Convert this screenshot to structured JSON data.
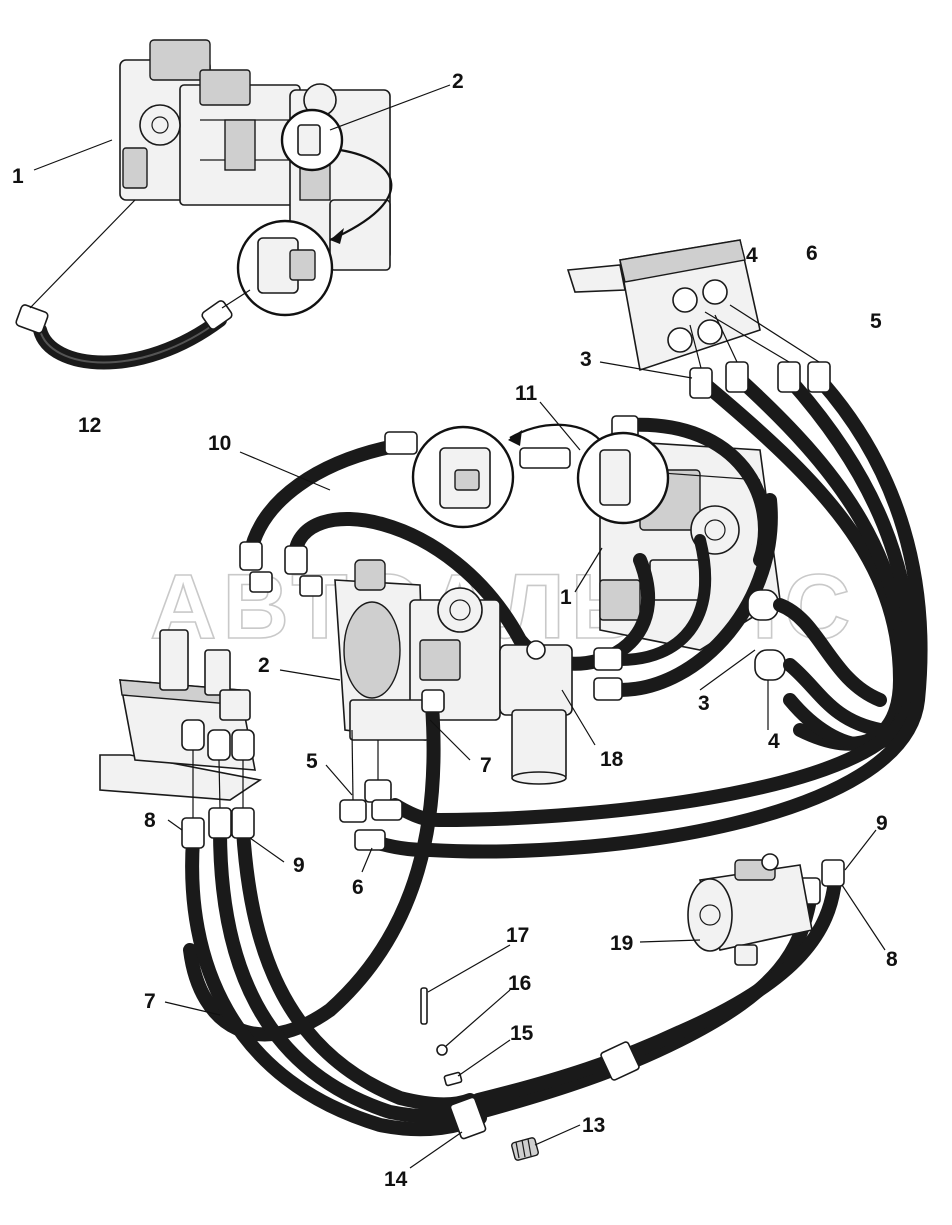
{
  "watermark": "АВТОАЛЬЯНС",
  "callouts": [
    {
      "id": "c1-top",
      "text": "1"
    },
    {
      "id": "c2-top",
      "text": "2"
    },
    {
      "id": "c12",
      "text": "12"
    },
    {
      "id": "c4-top",
      "text": "4"
    },
    {
      "id": "c6-top",
      "text": "6"
    },
    {
      "id": "c5-top",
      "text": "5"
    },
    {
      "id": "c3-top",
      "text": "3"
    },
    {
      "id": "c11",
      "text": "11"
    },
    {
      "id": "c10",
      "text": "10"
    },
    {
      "id": "c1-mid",
      "text": "1"
    },
    {
      "id": "c2-mid",
      "text": "2"
    },
    {
      "id": "c3-mid",
      "text": "3"
    },
    {
      "id": "c4-mid",
      "text": "4"
    },
    {
      "id": "c7-mid",
      "text": "7"
    },
    {
      "id": "c18",
      "text": "18"
    },
    {
      "id": "c5-mid",
      "text": "5"
    },
    {
      "id": "c8-left",
      "text": "8"
    },
    {
      "id": "c9-left",
      "text": "9"
    },
    {
      "id": "c6-mid",
      "text": "6"
    },
    {
      "id": "c9-right",
      "text": "9"
    },
    {
      "id": "c19",
      "text": "19"
    },
    {
      "id": "c8-right",
      "text": "8"
    },
    {
      "id": "c17",
      "text": "17"
    },
    {
      "id": "c16",
      "text": "16"
    },
    {
      "id": "c7-left",
      "text": "7"
    },
    {
      "id": "c15",
      "text": "15"
    },
    {
      "id": "c13",
      "text": "13"
    },
    {
      "id": "c14",
      "text": "14"
    }
  ]
}
